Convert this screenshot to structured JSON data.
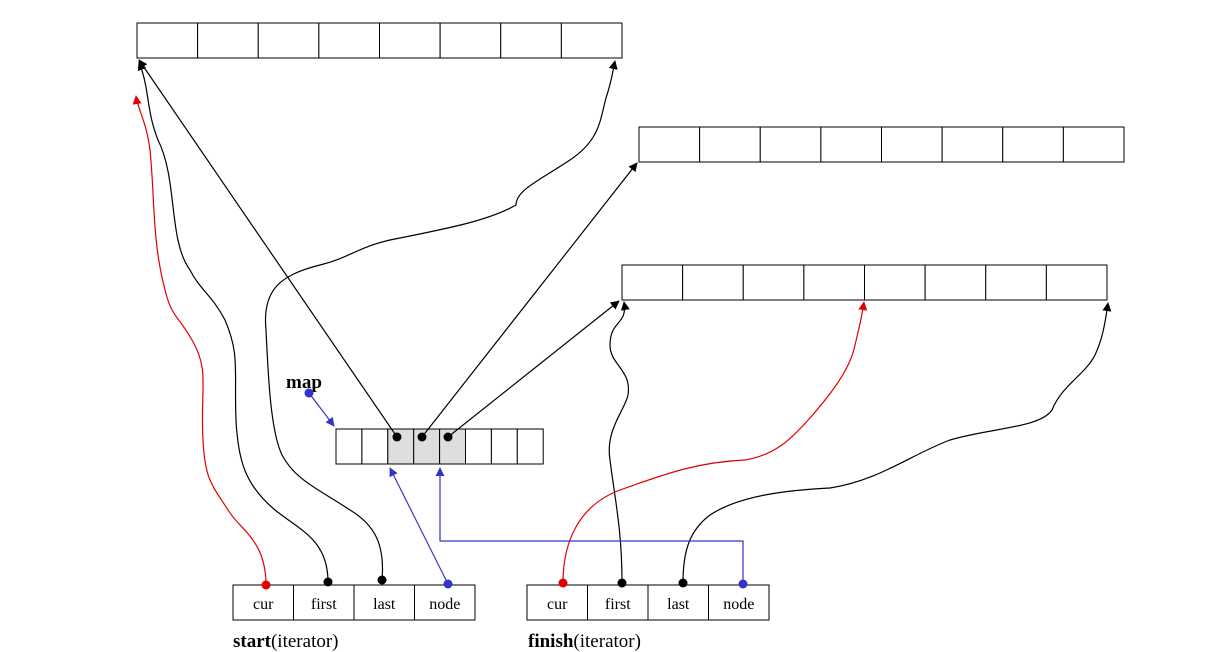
{
  "labels": {
    "map": "map",
    "start_bold": "start",
    "start_rest": "(iterator)",
    "finish_bold": "finish",
    "finish_rest": "(iterator)"
  },
  "start_fields": [
    "cur",
    "first",
    "last",
    "node"
  ],
  "finish_fields": [
    "cur",
    "first",
    "last",
    "node"
  ],
  "map_slots": 8,
  "map_used_slots": [
    2,
    3,
    4
  ],
  "buffer_cells": 8,
  "colors": {
    "cur": "#e00000",
    "node": "#3333cc",
    "pointer": "#000000",
    "map_used": "#dedede"
  }
}
